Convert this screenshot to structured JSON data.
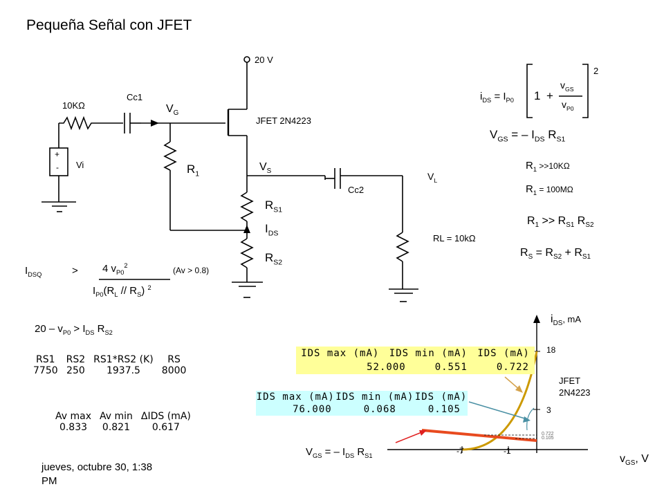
{
  "title": "Pequeña Señal con JFET",
  "colors": {
    "yellow_box": "#ffff99",
    "cyan_box": "#ccffff",
    "curve": "#cc9900",
    "load_line": "#e84a1f",
    "arrow_yellow": "#d4a24c",
    "arrow_teal": "#4a90a4",
    "arrow_red": "#e02020"
  },
  "circuit": {
    "vdd": "20 V",
    "rs_in": "10KΩ",
    "cc1": "Cc1",
    "vg_main": "V",
    "vg_sub": "G",
    "jfet": "JFET 2N4223",
    "vi": "Vi",
    "plus": "+",
    "minus": "-",
    "r1_main": "R",
    "r1_sub": "1",
    "vs_main": "V",
    "vs_sub": "S",
    "cc2": "Cc2",
    "vl_main": "V",
    "vl_sub": "L",
    "rs1_main": "R",
    "rs1_sub": "S1",
    "ids_main": "I",
    "ids_sub": "DS",
    "rs2_main": "R",
    "rs2_sub": "S2",
    "rl": "RL = 10kΩ"
  },
  "equations": {
    "ids_lhs": "i",
    "ids_lhs_sub": "DS",
    "ids_eq": "= I",
    "ids_eq_sub": "P0",
    "one": "1",
    "plus": "+",
    "vgs_num": "v",
    "vgs_num_sub": "GS",
    "vp0_den": "v",
    "vp0_den_sub": "P0",
    "exp2": "2",
    "vgs_eq": "V",
    "vgs_eq_sub": "GS",
    "vgs_eq_mid": "= – I",
    "vgs_eq_mid_sub": "DS",
    "vgs_eq_end": "R",
    "vgs_eq_end_sub": "S1",
    "r1_cond1": "R",
    "r1_cond1_sub": "1",
    "r1_cond1_rest": " >>10KΩ",
    "r1_cond2": "R",
    "r1_cond2_sub": "1",
    "r1_cond2_rest": " = 100MΩ",
    "r1_cond3": "R",
    "r1_cond3_sub": "1",
    "r1_cond3_mid": " >> R",
    "r1_cond3_sub2": "S1",
    "r1_cond3_end": " R",
    "r1_cond3_sub3": "S2",
    "rs_sum": "R",
    "rs_sum_sub": "S",
    "rs_sum_mid": " = R",
    "rs_sum_sub2": "S2",
    "rs_sum_mid2": " + R",
    "rs_sum_sub3": "S1",
    "idsq": "I",
    "idsq_sub": "DSQ",
    "gt": ">",
    "num": "4 v",
    "num_sub": "P0",
    "num_sup": "2",
    "av": "(Av > 0.8)",
    "den": "I",
    "den_sub": "P0",
    "den_mid": "(R",
    "den_sub2": "L",
    "den_mid2": " // R",
    "den_sub3": "S",
    "den_end": ")",
    "den_exp": "2",
    "cond20": "20 – v",
    "cond20_sub": "P0",
    "cond20_mid": " > I",
    "cond20_sub2": "DS",
    "cond20_end": " R",
    "cond20_sub3": "S2"
  },
  "table1": {
    "headers": [
      "RS1",
      "RS2",
      "RS1*RS2 (K)",
      "RS"
    ],
    "row": [
      "7750",
      "250",
      "1937.5",
      "8000"
    ]
  },
  "table2": {
    "headers": [
      "Av max",
      "Av min",
      "ΔIDS (mA)"
    ],
    "row": [
      "0.833",
      "0.821",
      "0.617"
    ]
  },
  "box_yellow": {
    "headers": [
      "IDS max (mA)",
      "IDS min (mA)",
      "IDS (mA)"
    ],
    "row": [
      "52.000",
      "0.551",
      "0.722"
    ]
  },
  "box_cyan": {
    "headers": [
      "IDS max (mA)",
      "IDS min (mA)",
      "IDS (mA)"
    ],
    "row": [
      "76.000",
      "0.068",
      "0.105"
    ]
  },
  "graph": {
    "y_axis_main": "i",
    "y_axis_sub": "DS",
    "y_axis_unit": ", mA",
    "x_axis_main": "v",
    "x_axis_sub": "GS",
    "x_axis_unit": ", V",
    "tick_18": "18",
    "tick_3": "3",
    "tick_m7": "-7",
    "tick_m1": "-1",
    "small_1": "0.722",
    "small_2": "0.105",
    "jfet_line1": "JFET",
    "jfet_line2": "2N4223",
    "load_label": "V",
    "load_sub": "GS",
    "load_mid": " = – I",
    "load_sub2": "DS",
    "load_end": " R",
    "load_sub3": "S1"
  },
  "footer_line1": "jueves, octubre 30, 1:38",
  "footer_line2": "PM"
}
